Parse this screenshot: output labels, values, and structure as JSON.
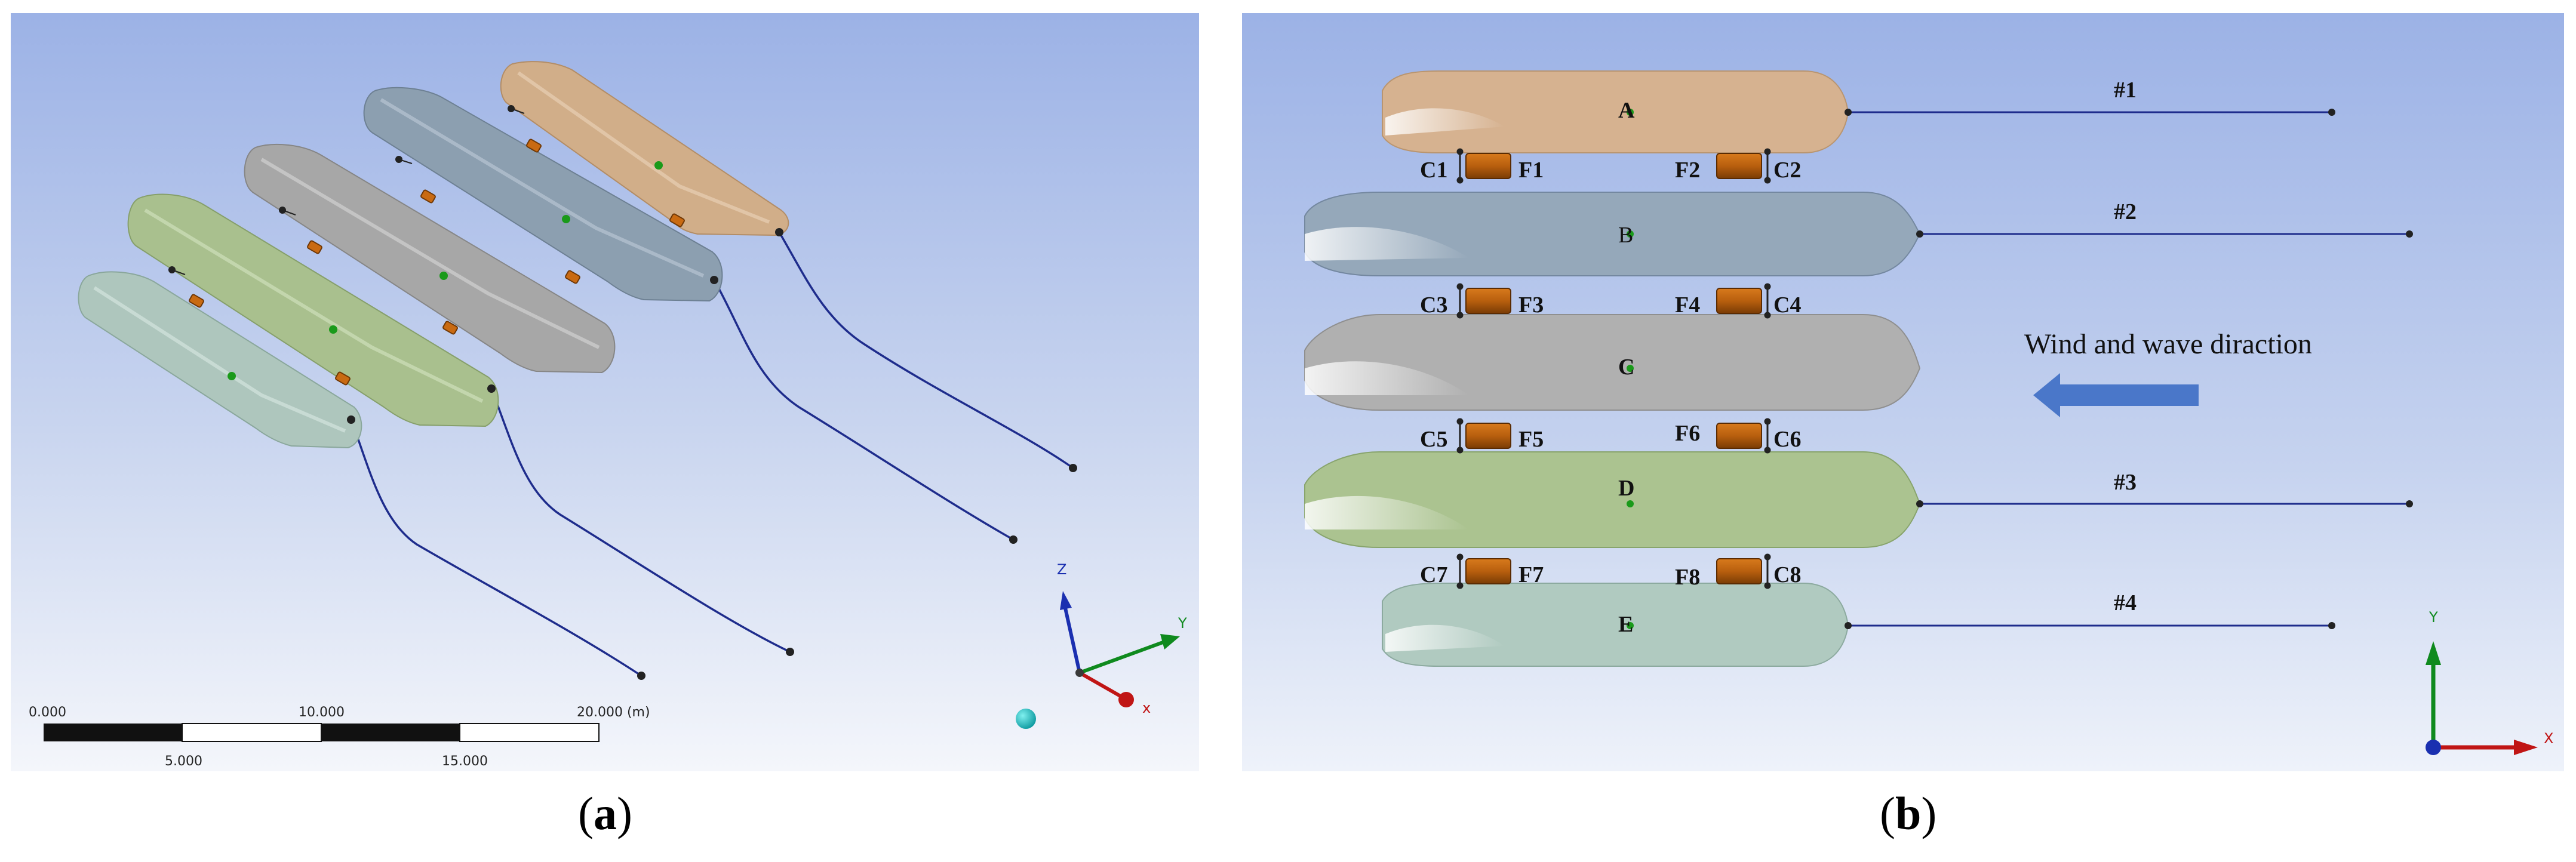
{
  "panel_a": {
    "caption": "(a)",
    "caption_letter": "a",
    "axis_triad": {
      "x": "x",
      "y": "Y",
      "z": "Z"
    },
    "scale_bar": {
      "top_labels": [
        "0.000",
        "10.000",
        "20.000 (m)"
      ],
      "bottom_labels": [
        "5.000",
        "15.000"
      ]
    },
    "hull_colors": {
      "A": "#d1ae89",
      "B": "#8c9fb0",
      "C": "#a7a7a7",
      "D": "#a9c08e",
      "E": "#aec6bd"
    },
    "mooring_line_color": "#1e2c8c"
  },
  "panel_b": {
    "caption": "(b)",
    "caption_letter": "b",
    "vessels": [
      "A",
      "B",
      "C",
      "D",
      "E"
    ],
    "mooring_lines": [
      "#1",
      "#2",
      "#3",
      "#4"
    ],
    "connector_labels": [
      "C1",
      "F1",
      "F2",
      "C2",
      "C3",
      "F3",
      "F4",
      "C4",
      "C5",
      "F5",
      "F6",
      "C6",
      "C7",
      "F7",
      "F8",
      "C8"
    ],
    "wind_wave_text": "Wind and wave diraction",
    "axis_triad": {
      "x": "X",
      "y": "Y"
    },
    "arrow_color": "#4a77c9"
  }
}
